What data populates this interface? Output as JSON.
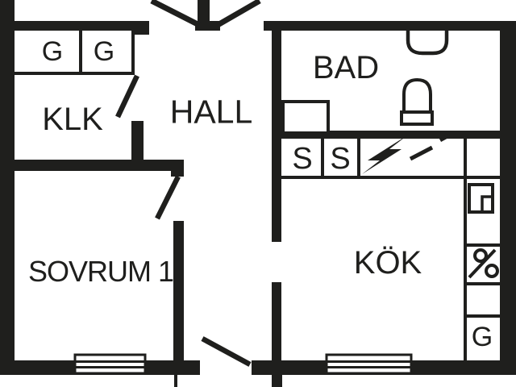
{
  "colors": {
    "ink": "#1f1f1d",
    "background": "#ffffff"
  },
  "rooms": {
    "klk": "KLK",
    "hall": "HALL",
    "bad": "BAD",
    "sovrum1": "SOVRUM 1",
    "kok": "KÖK"
  },
  "closets": {
    "wardrobe_left": "G",
    "wardrobe_right": "G",
    "closet_s_1": "S",
    "closet_s_2": "S",
    "kitchen_cabinet": "G"
  },
  "icons": {
    "electrical_panel": "lightning-bolt-icon",
    "toilet": "toilet-icon",
    "washbasin_unit": "washbasin-rect-icon",
    "bath_sink": "sink-halfround-icon",
    "stove": "stove-percent-icon",
    "refrigerator": "fridge-notch-icon",
    "window": "window-hatch-icon",
    "door": "door-swing-icon"
  }
}
